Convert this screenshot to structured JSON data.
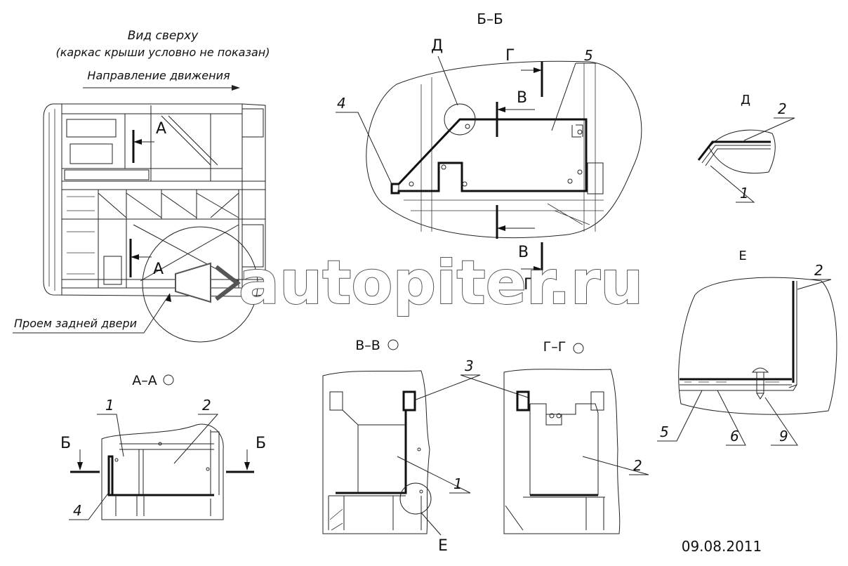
{
  "top_view": {
    "title": "Вид сверху",
    "subtitle": "(каркас крыши условно не показан)",
    "direction": "Направление движения",
    "rear_door": "Проем задней двери",
    "section_A_top": "А",
    "section_A_bottom": "А"
  },
  "section_bb": {
    "title": "Б–Б",
    "label_D": "Д",
    "label_G_top": "Г",
    "label_G_bottom": "Г",
    "label_V_top": "В",
    "label_V_bottom": "В",
    "callout_4": "4",
    "callout_5": "5"
  },
  "detail_d": {
    "title": "Д",
    "callout_2": "2",
    "callout_1": "1"
  },
  "detail_e": {
    "title": "Е",
    "callout_2": "2",
    "callout_5": "5",
    "callout_6": "6",
    "callout_9": "9"
  },
  "section_aa": {
    "title": "А–А",
    "cut_left": "Б",
    "cut_right": "Б",
    "callout_1": "1",
    "callout_2": "2",
    "callout_4": "4"
  },
  "section_vv": {
    "title": "В–В",
    "callout_3": "3",
    "callout_1": "1",
    "label_E": "Е"
  },
  "section_gg": {
    "title": "Г–Г",
    "callout_2": "2"
  },
  "watermark": "autopiter.ru",
  "date": "09.08.2011"
}
